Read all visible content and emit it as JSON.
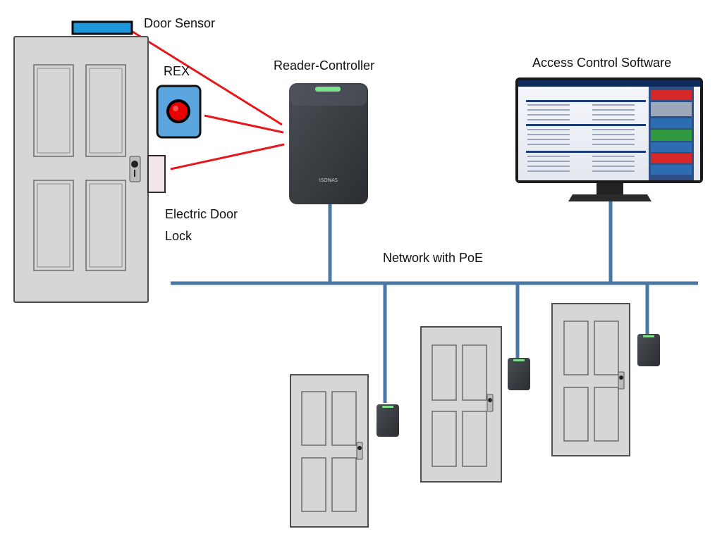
{
  "labels": {
    "door_sensor": "Door Sensor",
    "rex": "REX",
    "reader_controller": "Reader-Controller",
    "access_control_software": "Access Control Software",
    "electric_door_lock_line1": "Electric Door",
    "electric_door_lock_line2": "Lock",
    "network": "Network with PoE",
    "reader_brand": "ISONAS"
  },
  "colors": {
    "wire": "#e8171b",
    "network": "#4a78a6",
    "door_fill": "#d6d6d6",
    "door_stroke": "#4f4f4f",
    "sensor": "#1f97dc",
    "rex_face": "#5ba6df",
    "rex_button": "#e80000",
    "reader_body": "#3b3f44",
    "reader_led": "#7ee08a",
    "lock_fill": "#f5e6ee"
  },
  "icons": {
    "door": "door-icon",
    "door_sensor": "door-sensor-icon",
    "rex": "rex-button-icon",
    "reader": "card-reader-icon",
    "monitor": "monitor-icon",
    "lock": "electric-lock-icon"
  }
}
